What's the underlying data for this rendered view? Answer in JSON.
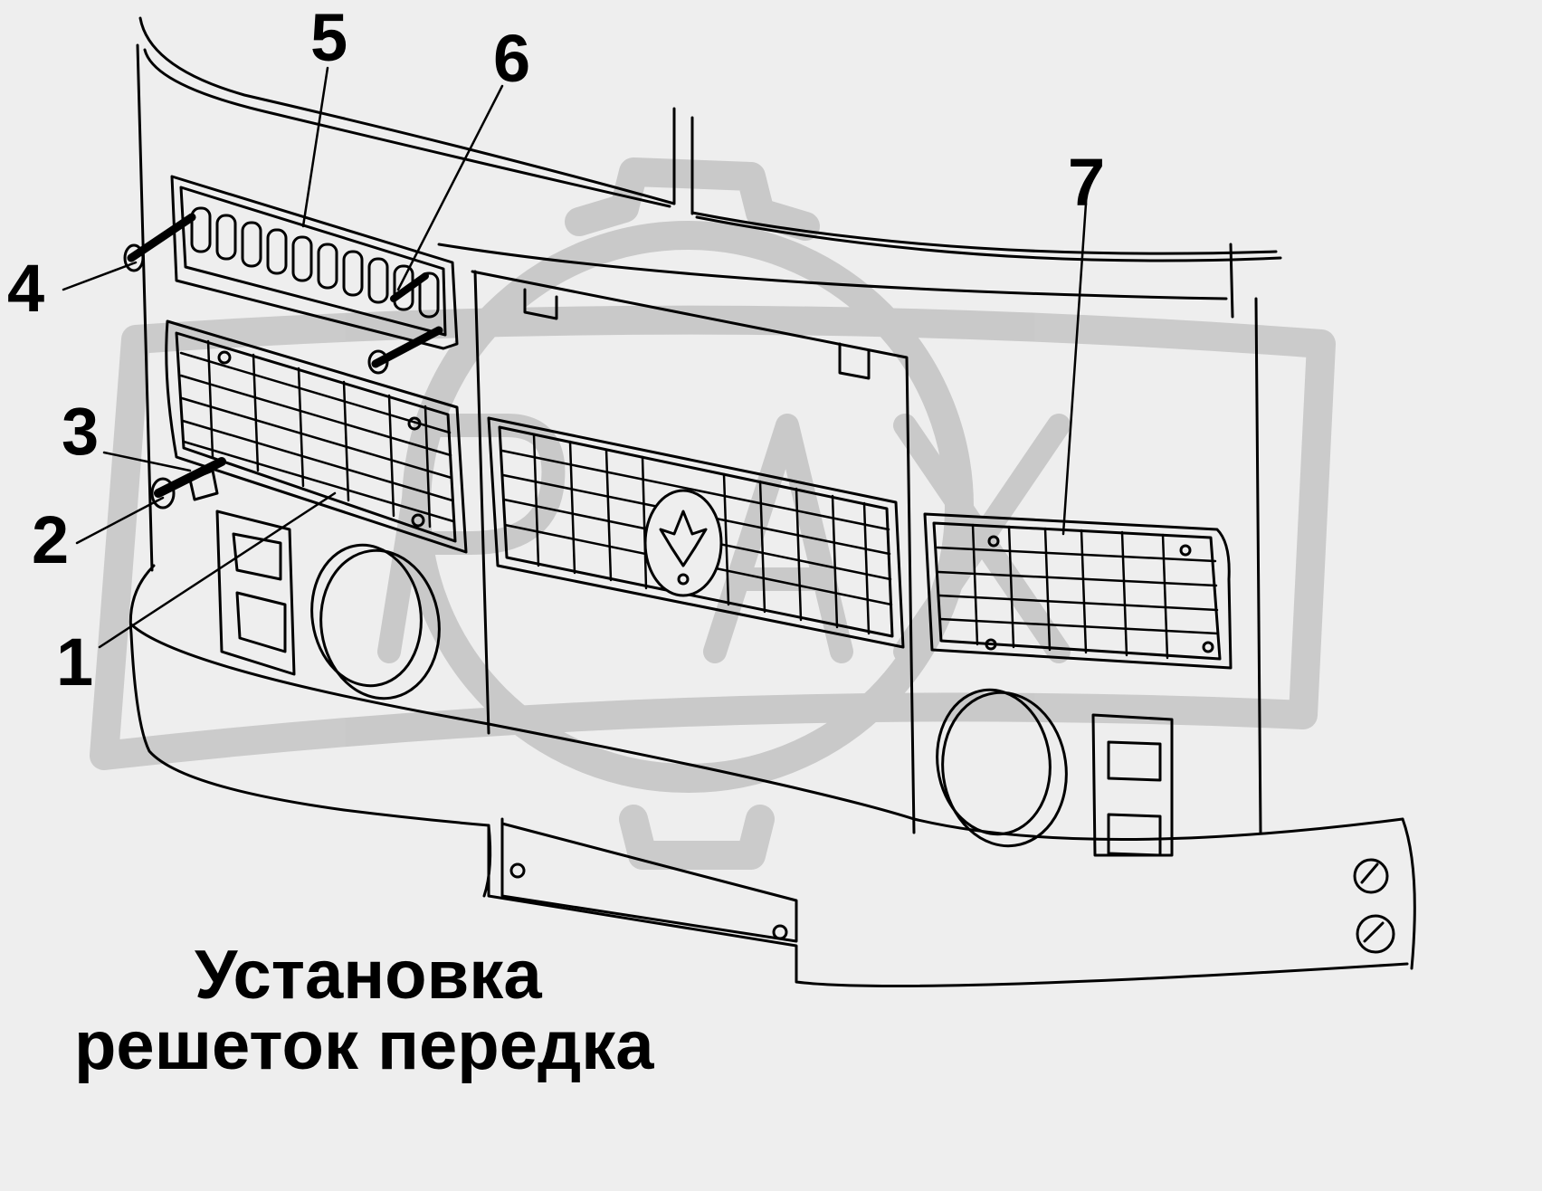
{
  "caption": {
    "line1": "Установка",
    "line2": "решеток передка"
  },
  "callouts": {
    "c1": "1",
    "c2": "2",
    "c3": "3",
    "c4": "4",
    "c5": "5",
    "c6": "6",
    "c7": "7"
  },
  "colors": {
    "background": "#eeeeee",
    "line": "#000000",
    "watermark": "#c8c8c8"
  }
}
